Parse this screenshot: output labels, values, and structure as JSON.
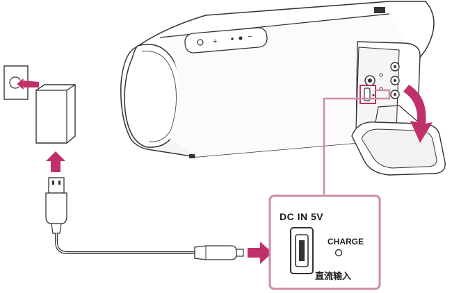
{
  "callout": {
    "port_label": "DC IN 5V",
    "charge_label": "CHARGE",
    "chinese_label": "直流输入"
  },
  "buttons": {
    "plus_symbol": "+",
    "minus_symbol": "−"
  },
  "colors": {
    "accent": "#c0306a",
    "line": "#333333"
  },
  "icons": [
    "wall-outlet-icon",
    "ac-adapter-icon",
    "usb-cable-icon",
    "speaker-icon",
    "arrow-icon"
  ]
}
